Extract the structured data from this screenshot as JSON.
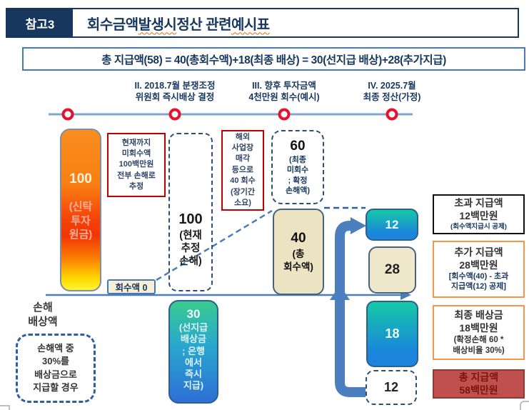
{
  "header": {
    "tag": "참고3",
    "title_pre": "회수금액 ",
    "title_word1": "발생시",
    "title_mid": " 정산 관련 ",
    "title_word2": "예시표"
  },
  "formula": "총 지급액(58) = 40(총회수액)+18(최종 배상) = 30(선지급 배상)+28(추가지급)",
  "timeline": {
    "labels": [
      "II. 2018.7월 분쟁조정\n위원회 즉시배상 결정",
      "III. 향후 투자금액\n4천만원 회수(예시)",
      "IV. 2025.7월\n최종 정산(가정)"
    ]
  },
  "diagram": {
    "principal_value": "100",
    "principal_label": "(신탁\n투자\n원금)",
    "note_unrecovered": "현재까지\n미회수액\n100백만원\n전부 손해로\n추정",
    "est_loss_value": "100",
    "est_loss_label": "(현재\n추정\n손해)",
    "note_overseas": "해외\n사업장\n매각\n등으로\n40 회수\n(장기간\n소요)",
    "final_unrecovered_value": "60",
    "final_unrecovered_label": "(최종\n미회수\n; 확정\n손해액)",
    "recovery_value": "40",
    "recovery_label": "(총\n회수액)",
    "recovery_zero": "회수액 0",
    "axis_label": "손해\n배상액",
    "note_ratio": "손해액 중\n30%를\n배상금으로\n지급할 경우",
    "advance_value": "30",
    "advance_label": "(선지급\n배상금\n; 은행\n에서\n즉시\n지급)",
    "excess_value": "12",
    "additional_value": "28",
    "final_comp_value": "18",
    "deduct_value": "12"
  },
  "legend": [
    {
      "title": "초과 지급액",
      "amount": "12백만원",
      "note": "(회수액지급시 공제)"
    },
    {
      "title": "추가 지급액",
      "amount": "28백만원",
      "note": "[회수액(40) - 초과\n지급액(12) 공제]"
    },
    {
      "title": "최종 배상금",
      "amount": "18백만원",
      "note": "(확정손해 60 *\n배상비율 30%)"
    },
    {
      "title": "총 지급액",
      "amount": "58백만원",
      "note": ""
    }
  ],
  "colors": {
    "navy": "#17375E",
    "red_note_border": "#C00000",
    "timeline_marker_red": "#E8112D",
    "timeline_line_blue": "#7BA7D7",
    "baseline_blue": "#4A7EBB",
    "thick_arrow_blue": "#4C7FBF",
    "orange_accent": "#F79646",
    "brick_red_fill": "#C0504D",
    "beige_fill": "#ECE3C3"
  }
}
